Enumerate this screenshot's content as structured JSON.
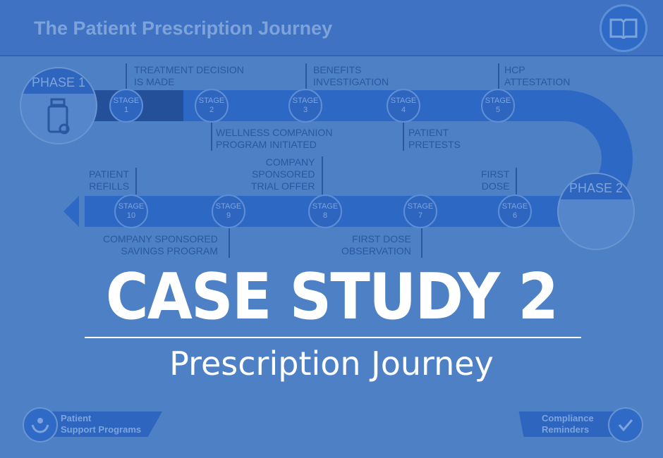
{
  "header": {
    "title": "The Patient Prescription Journey"
  },
  "phases": [
    {
      "label": "PHASE 1"
    },
    {
      "label": "PHASE 2"
    }
  ],
  "stage_word": "STAGE",
  "top_stages": [
    {
      "num": "1",
      "label": "TREATMENT DECISION\nIS MADE"
    },
    {
      "num": "2",
      "label": "WELLNESS COMPANION\nPROGRAM INITIATED"
    },
    {
      "num": "3",
      "label": "BENEFITS\nINVESTIGATION"
    },
    {
      "num": "4",
      "label": "PATIENT\nPRETESTS"
    },
    {
      "num": "5",
      "label": "HCP\nATTESTATION"
    }
  ],
  "bottom_stages": [
    {
      "num": "6",
      "label": "FIRST\nDOSE"
    },
    {
      "num": "7",
      "label": "FIRST DOSE\nOBSERVATION"
    },
    {
      "num": "8",
      "label": "COMPANY\nSPONSORED\nTRIAL OFFER"
    },
    {
      "num": "9",
      "label": "COMPANY SPONSORED\nSAVINGS PROGRAM"
    },
    {
      "num": "10",
      "label": "PATIENT\nREFILLS"
    }
  ],
  "footer": {
    "left": "Patient\nSupport Programs",
    "right": "Compliance\nReminders"
  },
  "overlay": {
    "title": "CASE STUDY 2",
    "subtitle": "Prescription Journey"
  }
}
